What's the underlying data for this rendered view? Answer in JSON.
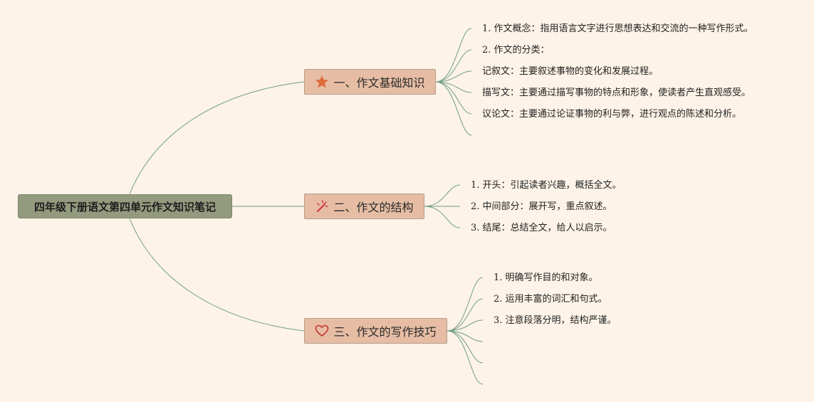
{
  "root": {
    "label": "四年级下册语文第四单元作文知识笔记"
  },
  "branches": [
    {
      "label": "一、作文基础知识",
      "icon": "star-icon",
      "icon_color": "#e06a3a",
      "items": [
        "1. 作文概念：指用语言文字进行思想表达和交流的一种写作形式。",
        "2. 作文的分类：",
        "记叙文：主要叙述事物的变化和发展过程。",
        "描写文：主要通过描写事物的特点和形象，使读者产生直观感受。",
        "议论文：主要通过论证事物的利与弊，进行观点的陈述和分析。"
      ]
    },
    {
      "label": "二、作文的结构",
      "icon": "magic-wand-icon",
      "icon_color": "#d2344a",
      "items": [
        "1. 开头：引起读者兴趣，概括全文。",
        "2. 中间部分：展开写，重点叙述。",
        "3. 结尾：总结全文，给人以启示。"
      ]
    },
    {
      "label": "三、作文的写作技巧",
      "icon": "heart-icon",
      "icon_color": "#c8302a",
      "items": [
        "1. 明确写作目的和对象。",
        "2. 运用丰富的词汇和句式。",
        "3. 注意段落分明，结构严谨。"
      ]
    }
  ],
  "colors": {
    "background": "#fdf3e8",
    "line": "#6f9e86",
    "root_fill": "#939a7e",
    "topic_fill": "#e6bda4"
  }
}
